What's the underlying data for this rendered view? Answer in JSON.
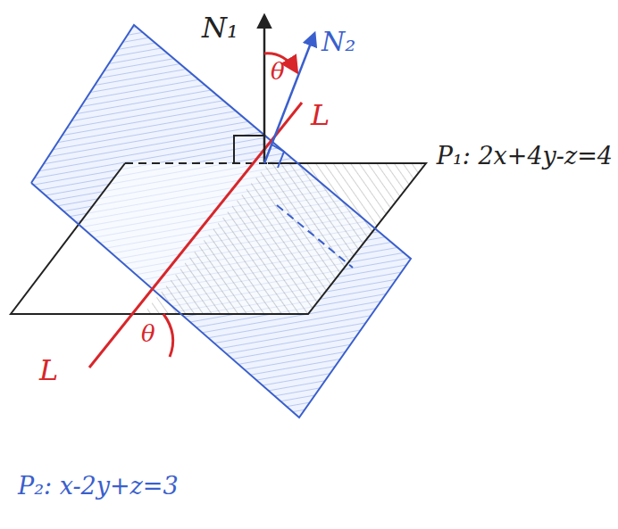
{
  "diagram": {
    "labels": [
      "N₁",
      "θ",
      "N₂",
      "L",
      "P₁: 2x+4y-z=4",
      "L",
      "θ",
      "P₂: x-2y+z=3"
    ]
  }
}
